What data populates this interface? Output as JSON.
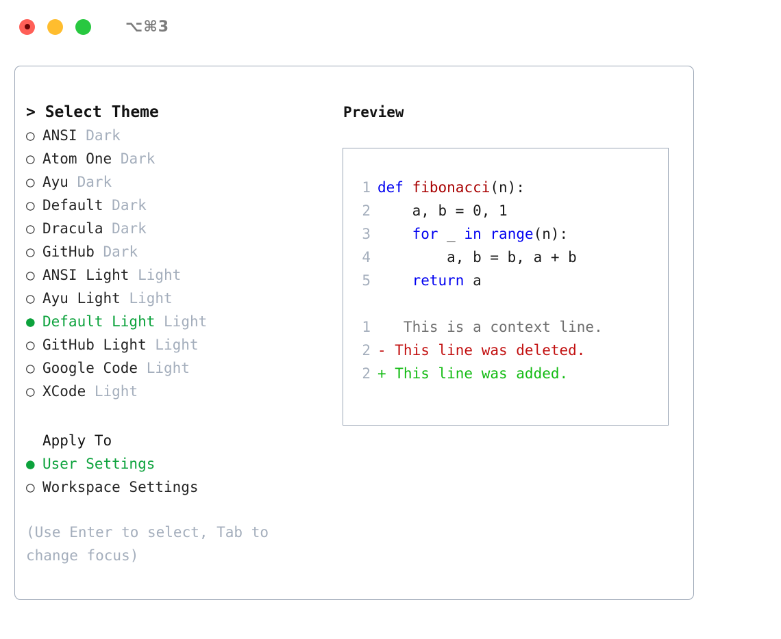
{
  "titlebar": {
    "traffic_lights": [
      "close",
      "minimize",
      "zoom"
    ],
    "shortcut": "⌥⌘3"
  },
  "theme_picker": {
    "heading": "> Select Theme",
    "heading_caret": ">",
    "heading_text": "Select Theme",
    "marker_unselected": "○",
    "marker_selected": "●",
    "themes": [
      {
        "name": "ANSI",
        "tag": "Dark",
        "selected": false
      },
      {
        "name": "Atom One",
        "tag": "Dark",
        "selected": false
      },
      {
        "name": "Ayu",
        "tag": "Dark",
        "selected": false
      },
      {
        "name": "Default",
        "tag": "Dark",
        "selected": false
      },
      {
        "name": "Dracula",
        "tag": "Dark",
        "selected": false
      },
      {
        "name": "GitHub",
        "tag": "Dark",
        "selected": false
      },
      {
        "name": "ANSI Light",
        "tag": "Light",
        "selected": false
      },
      {
        "name": "Ayu Light",
        "tag": "Light",
        "selected": false
      },
      {
        "name": "Default Light",
        "tag": "Light",
        "selected": true
      },
      {
        "name": "GitHub Light",
        "tag": "Light",
        "selected": false
      },
      {
        "name": "Google Code",
        "tag": "Light",
        "selected": false
      },
      {
        "name": "XCode",
        "tag": "Light",
        "selected": false
      }
    ]
  },
  "apply_to": {
    "title": "Apply To",
    "options": [
      {
        "name": "User Settings",
        "selected": true
      },
      {
        "name": "Workspace Settings",
        "selected": false
      }
    ]
  },
  "hint": "(Use Enter to select, Tab to change focus)",
  "preview": {
    "title": "Preview",
    "code_lines": [
      {
        "no": "1",
        "tokens": [
          {
            "t": "def",
            "c": "kw"
          },
          {
            "t": " ",
            "c": "plain"
          },
          {
            "t": "fibonacci",
            "c": "fn"
          },
          {
            "t": "(n):",
            "c": "plain"
          }
        ]
      },
      {
        "no": "2",
        "tokens": [
          {
            "t": "    a, b = 0, 1",
            "c": "plain"
          }
        ]
      },
      {
        "no": "3",
        "tokens": [
          {
            "t": "    ",
            "c": "plain"
          },
          {
            "t": "for",
            "c": "kw"
          },
          {
            "t": " _ ",
            "c": "plain"
          },
          {
            "t": "in",
            "c": "kw"
          },
          {
            "t": " ",
            "c": "plain"
          },
          {
            "t": "range",
            "c": "kw"
          },
          {
            "t": "(n):",
            "c": "plain"
          }
        ]
      },
      {
        "no": "4",
        "tokens": [
          {
            "t": "        a, b = b, a + b",
            "c": "plain"
          }
        ]
      },
      {
        "no": "5",
        "tokens": [
          {
            "t": "    ",
            "c": "plain"
          },
          {
            "t": "return",
            "c": "kw"
          },
          {
            "t": " a",
            "c": "plain"
          }
        ]
      }
    ],
    "diff_lines": [
      {
        "no": "1",
        "marker": " ",
        "text": "  This is a context line.",
        "kind": "ctx"
      },
      {
        "no": "2",
        "marker": "-",
        "text": " This line was deleted.",
        "kind": "del"
      },
      {
        "no": "2",
        "marker": "+",
        "text": " This line was added.",
        "kind": "add"
      }
    ]
  },
  "colors": {
    "accent_green": "#0ca23c",
    "muted_gray": "#a4aebc",
    "border": "#9aa5b5",
    "keyword_blue": "#0000f0",
    "function_red": "#a80000",
    "diff_delete": "#c21010",
    "diff_add": "#13bb13",
    "traffic_red": "#ff5f57",
    "traffic_yellow": "#ffbd2e",
    "traffic_green": "#28c840"
  }
}
